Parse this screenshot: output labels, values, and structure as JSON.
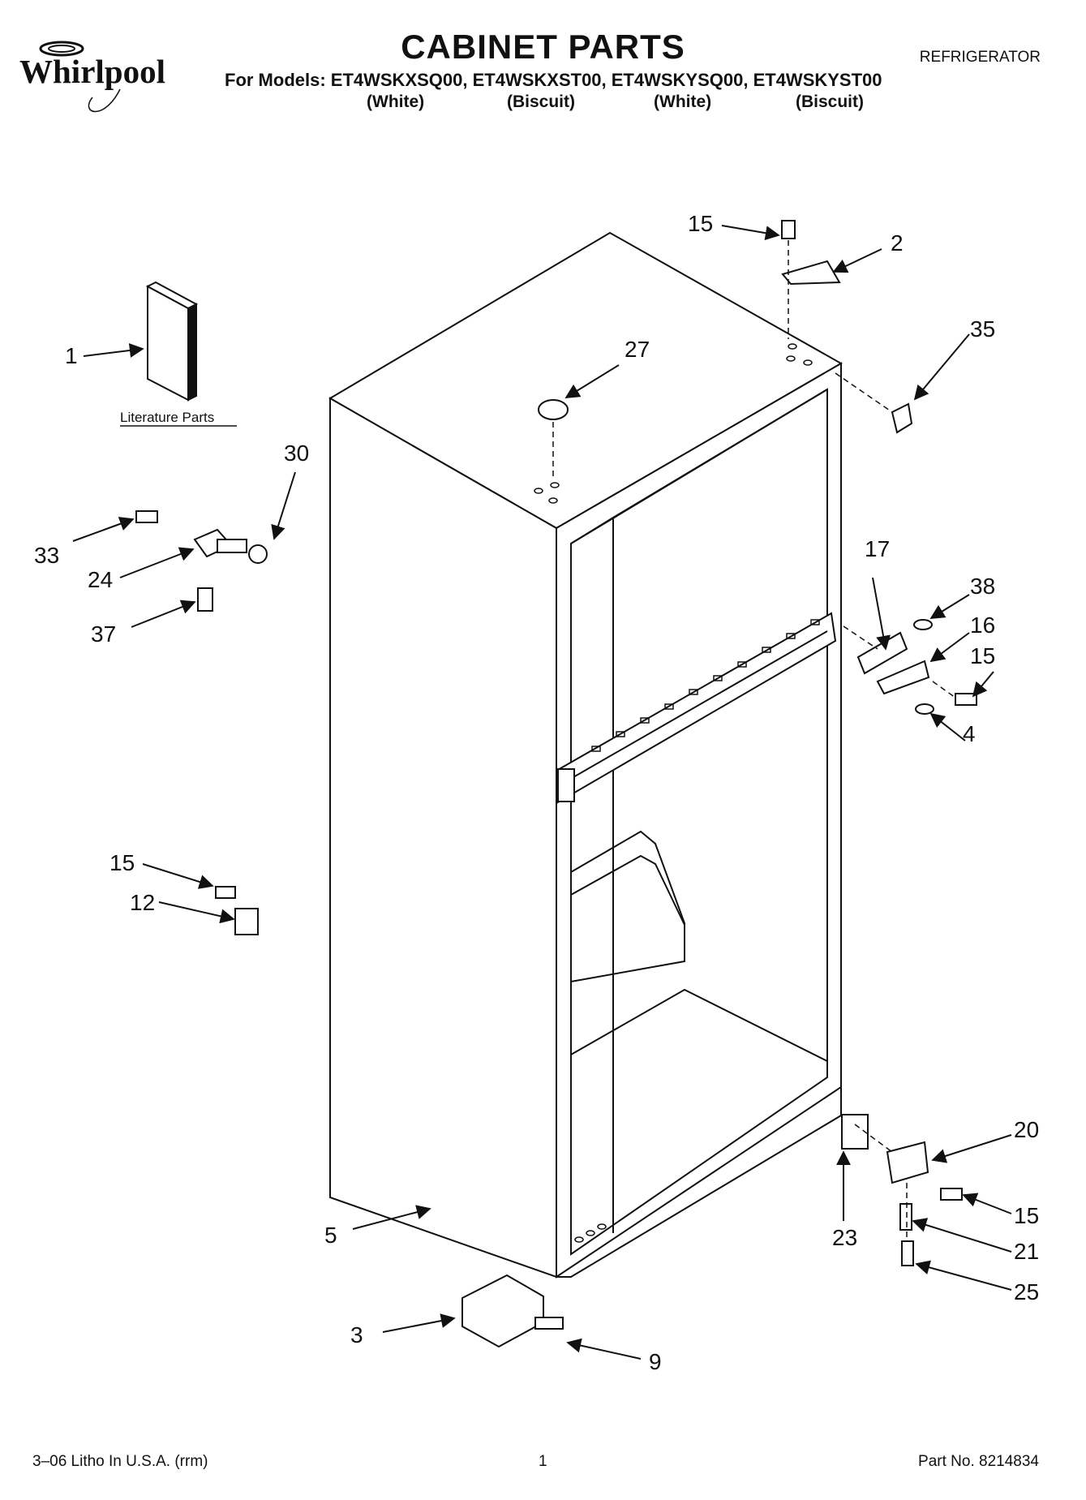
{
  "brand": "Whirlpool",
  "header": {
    "title": "CABINET PARTS",
    "doc_type": "REFRIGERATOR",
    "models_line": "For Models: ET4WSKXSQ00, ET4WSKXST00, ET4WSKYSQ00, ET4WSKYST00",
    "variants": [
      "(White)",
      "(Biscuit)",
      "(White)",
      "(Biscuit)"
    ]
  },
  "diagram": {
    "literature_caption": "Literature Parts",
    "callouts": [
      "15",
      "2",
      "35",
      "27",
      "1",
      "30",
      "33",
      "24",
      "37",
      "17",
      "38",
      "16",
      "15",
      "4",
      "15",
      "12",
      "20",
      "15",
      "23",
      "21",
      "5",
      "25",
      "3",
      "9"
    ]
  },
  "footer": {
    "left": "3–06 Litho In U.S.A. (rrm)",
    "page": "1",
    "part_no": "Part No. 8214834"
  }
}
